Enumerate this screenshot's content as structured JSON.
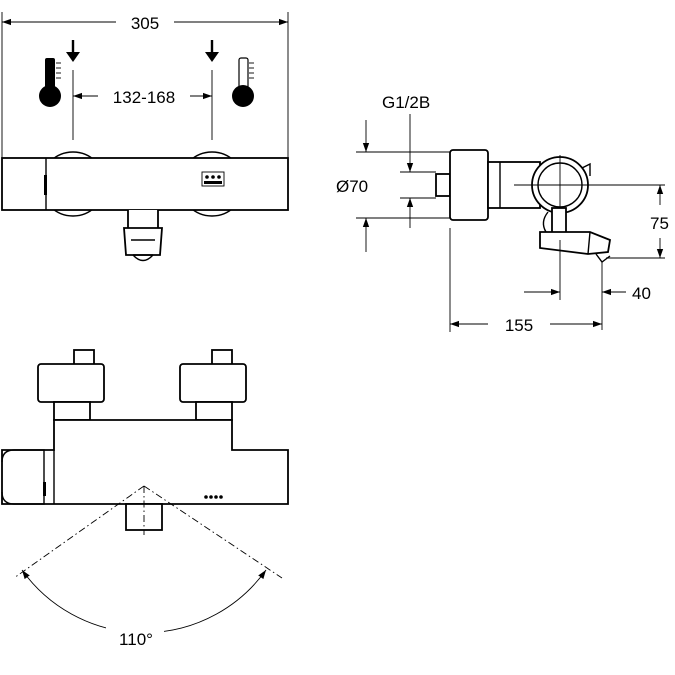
{
  "dimensions": {
    "overall_width": "305",
    "connection_spacing": "132-168",
    "thread": "G1/2B",
    "diameter": "Ø70",
    "height_offset": "75",
    "spout_offset": "40",
    "projection": "155",
    "swivel_angle": "110°"
  },
  "icons": {
    "hot": "thermometer-hot-icon",
    "cold": "thermometer-cold-icon",
    "inlet": "arrow-down-icon"
  },
  "colors": {
    "line": "#000000",
    "background": "#ffffff"
  }
}
